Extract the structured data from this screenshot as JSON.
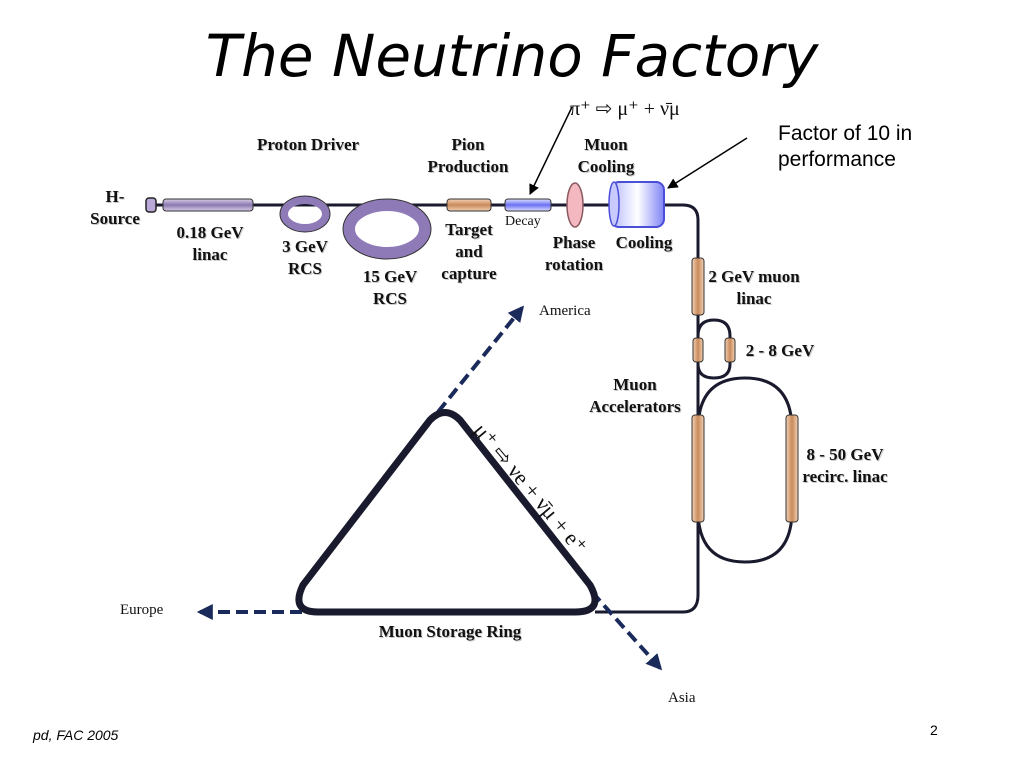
{
  "slide": {
    "title": "The Neutrino Factory",
    "decay_formula": "π⁺ ⇨ μ⁺ + ν̄μ",
    "factor_note": "Factor of 10 in performance",
    "stages": {
      "proton_driver": "Proton Driver",
      "pion_production": "Pion Production",
      "muon_cooling": "Muon Cooling",
      "h_source": "H- Source",
      "linac_018": "0.18 GeV linac",
      "rcs_3": "3 GeV RCS",
      "rcs_15": "15 GeV RCS",
      "target": "Target and capture",
      "decay": "Decay",
      "phase_rotation": "Phase rotation",
      "cooling": "Cooling",
      "muon_linac": "2 GeV muon linac",
      "gev_2_8": "2 - 8 GeV",
      "muon_accelerators": "Muon Accelerators",
      "recirc_linac": "8 - 50 GeV recirc. linac",
      "storage_ring": "Muon Storage Ring"
    },
    "destinations": {
      "america": "America",
      "europe": "Europe",
      "asia": "Asia"
    },
    "ring_decay_formula": "μ⁺ ⇨ νe + ν̄μ + e⁺",
    "footer": "pd, FAC 2005",
    "page_number": "2"
  },
  "colors": {
    "beamline": "#1a1a2e",
    "dashed": "#1a2a5a",
    "linac": "#e8b48a",
    "ring": "#8f7ab8",
    "cooler": "#5b5ff0"
  }
}
